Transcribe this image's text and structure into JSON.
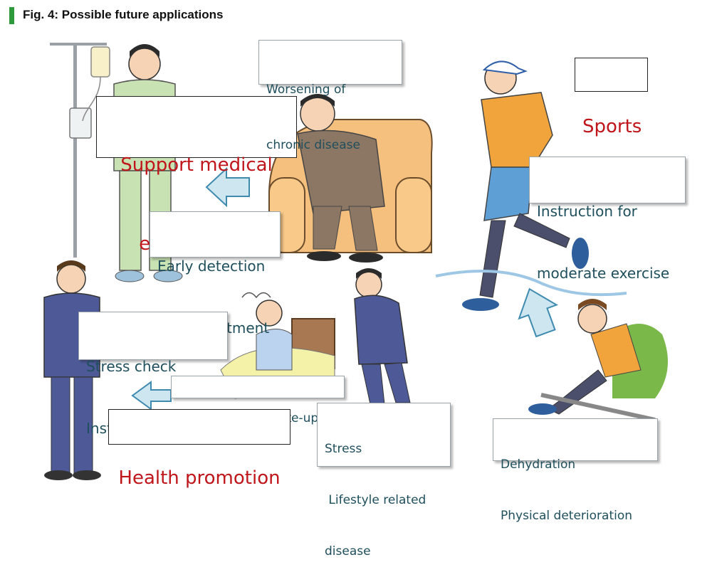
{
  "figure": {
    "title": "Fig. 4: Possible future applications",
    "accent_color": "#2e9a3c",
    "label_color": "#c0161b",
    "text_color": "#1f4f5c"
  },
  "labels": {
    "support_medical": [
      "Support medical",
      "examination"
    ],
    "worsening": [
      "Worsening of",
      "chronic disease"
    ],
    "sports": "Sports",
    "early_detection": [
      "Early detection",
      "Early treatment"
    ],
    "instruction_exercise": [
      "Instruction for",
      "moderate exercise"
    ],
    "stress_check": [
      "Stress check",
      "Instruction to rest"
    ],
    "early_morning": "Early morning wake-up",
    "health_promotion": "Health promotion",
    "stress_lifestyle": [
      "Stress",
      " Lifestyle related",
      "disease"
    ],
    "dehydration": [
      "Dehydration",
      "Physical deterioration"
    ]
  }
}
